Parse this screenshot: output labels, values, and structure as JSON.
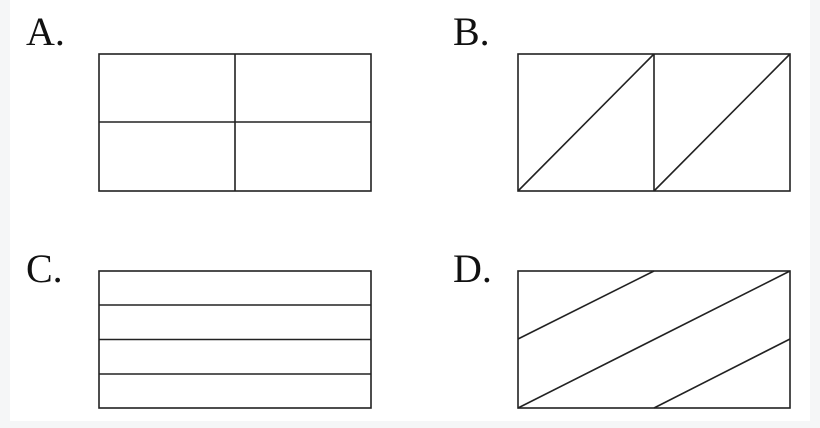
{
  "options": [
    {
      "id": "a",
      "label": "A."
    },
    {
      "id": "b",
      "label": "B."
    },
    {
      "id": "c",
      "label": "C."
    },
    {
      "id": "d",
      "label": "D."
    }
  ],
  "colors": {
    "background": "#ffffff",
    "stroke": "#222222",
    "margin": "#f5f6f7"
  }
}
